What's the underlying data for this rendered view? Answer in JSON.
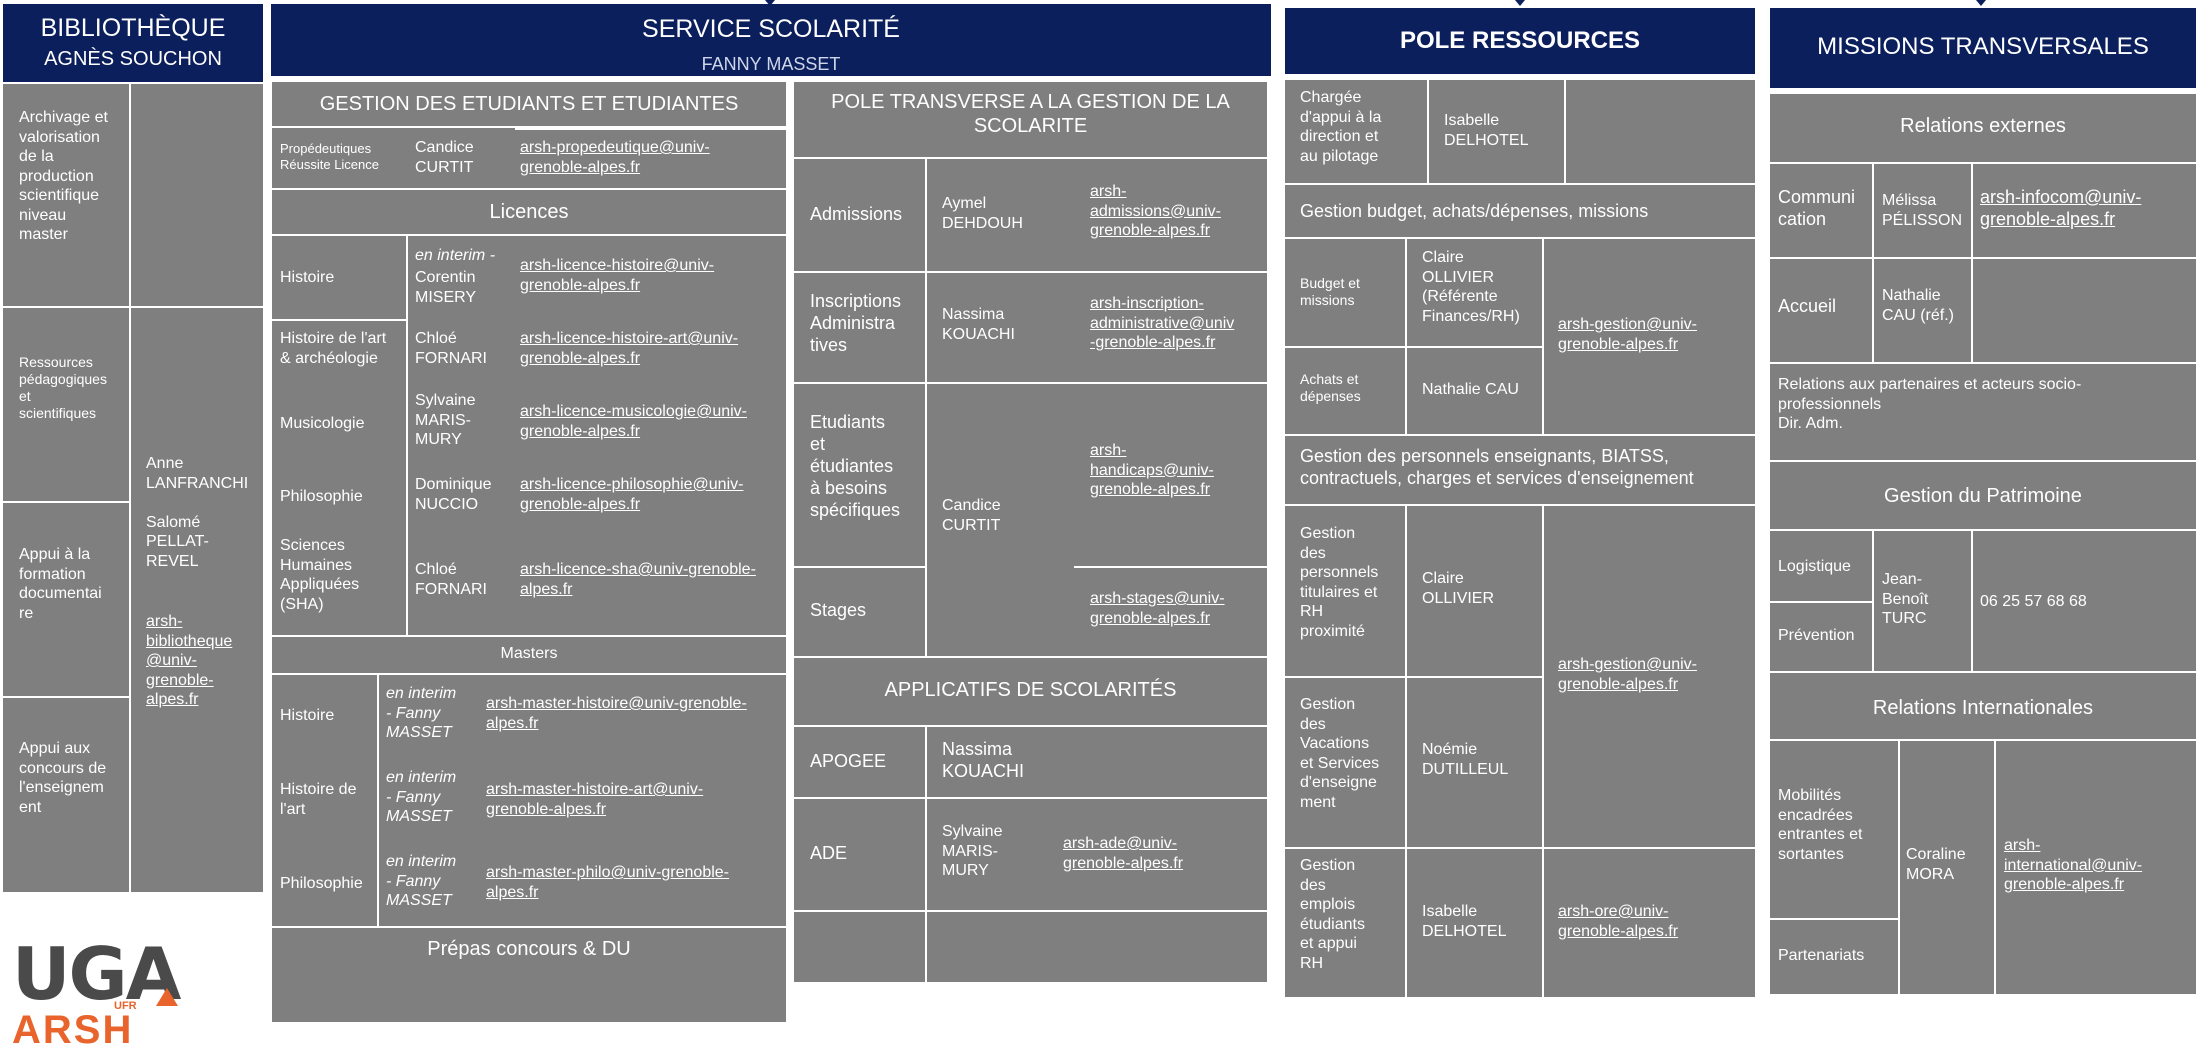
{
  "bibliotheque": {
    "title": "BIBLIOTHÈQUE",
    "subtitle": "AGNÈS SOUCHON",
    "rows": [
      "Archivage et\nvalorisation\nde la\nproduction\nscientifique\nniveau\nmaster",
      "Ressources\npédagogiques\net\nscientifiques",
      "Appui à la\nformation\ndocumentai\nre",
      "Appui aux\nconcours de\nl'enseignem\nent"
    ],
    "staff": "Anne\nLANFRANCHI\n\nSalomé\nPELLAT-\nREVEL",
    "email": "arsh-\nbibliotheque\n@univ-\ngrenoble-\nalpes.fr"
  },
  "scolarite": {
    "title": "SERVICE SCOLARITÉ",
    "subtitle": "FANNY MASSET",
    "gestion_title": "GESTION DES ETUDIANTS ET ETUDIANTES",
    "propedeutique": {
      "label": "Propédeutiques\nRéussite Licence",
      "person": "Candice\nCURTIT",
      "email": "arsh-propedeutique@univ-\ngrenoble-alpes.fr"
    },
    "licences_title": "Licences",
    "licences": [
      {
        "label": "Histoire",
        "interim": "en interim -",
        "person": "Corentin\nMISERY",
        "email": "arsh-licence-histoire@univ-\ngrenoble-alpes.fr"
      },
      {
        "label": "Histoire de l'art\n& archéologie",
        "person": "Chloé\nFORNARI",
        "email": "arsh-licence-histoire-art@univ-\ngrenoble-alpes.fr"
      },
      {
        "label": "Musicologie",
        "person": "Sylvaine\nMARIS-\nMURY",
        "email": "arsh-licence-musicologie@univ-\ngrenoble-alpes.fr"
      },
      {
        "label": "Philosophie",
        "person": "Dominique\nNUCCIO",
        "email": "arsh-licence-philosophie@univ-\ngrenoble-alpes.fr"
      },
      {
        "label": "Sciences\nHumaines\nAppliquées\n(SHA)",
        "person": "Chloé\nFORNARI",
        "email": "arsh-licence-sha@univ-grenoble-\nalpes.fr"
      }
    ],
    "masters_title": "Masters",
    "masters": [
      {
        "label": "Histoire",
        "interim": "en interim\n- Fanny\nMASSET",
        "email": "arsh-master-histoire@univ-grenoble-\nalpes.fr"
      },
      {
        "label": "Histoire de\nl'art",
        "interim": "en interim\n- Fanny\nMASSET",
        "email": "arsh-master-histoire-art@univ-\ngrenoble-alpes.fr"
      },
      {
        "label": "Philosophie",
        "interim": "en interim\n- Fanny\nMASSET",
        "email": "arsh-master-philo@univ-grenoble-\nalpes.fr"
      }
    ],
    "prepas_title": "Prépas concours & DU",
    "transverse_title": "POLE TRANSVERSE A LA GESTION DE LA\nSCOLARITE",
    "transverse": [
      {
        "label": "Admissions",
        "person": "Aymel\nDEHDOUH",
        "email": "arsh-\nadmissions@univ-\ngrenoble-alpes.fr"
      },
      {
        "label": "Inscriptions\nAdministra\ntives",
        "person": "Nassima\nKOUACHI",
        "email": "arsh-inscription-\nadministrative@univ\n-grenoble-alpes.fr"
      },
      {
        "label": "Etudiants\net\nétudiantes\nà besoins\nspécifiques",
        "email": "arsh-\nhandicaps@univ-\ngrenoble-alpes.fr"
      },
      {
        "label": "Stages",
        "email": "arsh-stages@univ-\ngrenoble-alpes.fr"
      }
    ],
    "transverse_shared_person": "Candice\nCURTIT",
    "applicatifs_title": "APPLICATIFS DE SCOLARITÉS",
    "applicatifs": [
      {
        "label": "APOGEE",
        "person": "Nassima\nKOUACHI"
      },
      {
        "label": "ADE",
        "person": "Sylvaine\nMARIS-\nMURY",
        "email": "arsh-ade@univ-\ngrenoble-alpes.fr"
      }
    ]
  },
  "ressources": {
    "title": "POLE RESSOURCES",
    "chargee": {
      "label": "Chargée\nd'appui à la\ndirection et\nau pilotage",
      "person": "Isabelle\nDELHOTEL"
    },
    "budget_title": "Gestion budget, achats/dépenses, missions",
    "budget": [
      {
        "label": "Budget et\nmissions",
        "person": "Claire\nOLLIVIER\n(Référente\nFinances/RH)"
      },
      {
        "label": "Achats et\ndépenses",
        "person": "Nathalie CAU"
      }
    ],
    "budget_email": "arsh-gestion@univ-\ngrenoble-alpes.fr",
    "personnels_title": "Gestion des personnels enseignants, BIATSS,\ncontractuels, charges et services d'enseignement",
    "personnels": [
      {
        "label": "Gestion\ndes\npersonnels\ntitulaires et\nRH\nproximité",
        "person": "Claire\nOLLIVIER"
      },
      {
        "label": "Gestion\ndes\nVacations\net Services\nd'enseigne\nment",
        "person": "Noémie\nDUTILLEUL"
      }
    ],
    "personnels_email": "arsh-gestion@univ-\ngrenoble-alpes.fr",
    "emplois": {
      "label": "Gestion\ndes\nemplois\nétudiants\net appui\nRH",
      "person": "Isabelle\nDELHOTEL",
      "email": "arsh-ore@univ-\ngrenoble-alpes.fr"
    }
  },
  "missions": {
    "title": "MISSIONS TRANSVERSALES",
    "relations_externes_title": "Relations externes",
    "communication": {
      "label": "Communi\ncation",
      "person": "Mélissa\nPÉLISSON",
      "email": "arsh-infocom@univ-\ngrenoble-alpes.fr"
    },
    "accueil": {
      "label": "Accueil",
      "person": "Nathalie\nCAU (réf.)"
    },
    "partenaires": "Relations aux partenaires et acteurs socio-\nprofessionnels\nDir. Adm.",
    "patrimoine_title": "Gestion du Patrimoine",
    "patrimoine_rows": [
      "Logistique",
      "Prévention"
    ],
    "patrimoine_person": "Jean-\nBenoît\nTURC",
    "patrimoine_phone": "06 25 57 68 68",
    "ri_title": "Relations Internationales",
    "ri_rows": [
      "Mobilités\nencadrées\nentrantes et\nsortantes",
      "Partenariats"
    ],
    "ri_person": "Coraline\nMORA",
    "ri_email": "arsh-\ninternational@univ-\ngrenoble-alpes.fr"
  },
  "logo": {
    "text": "UGA",
    "sub": "UFR",
    "sub2": "ARSH"
  },
  "colors": {
    "navy": "#0b1f5c",
    "gray": "#7f7f7f",
    "logo_orange": "#e8642c",
    "logo_gray": "#4a4a4a"
  }
}
